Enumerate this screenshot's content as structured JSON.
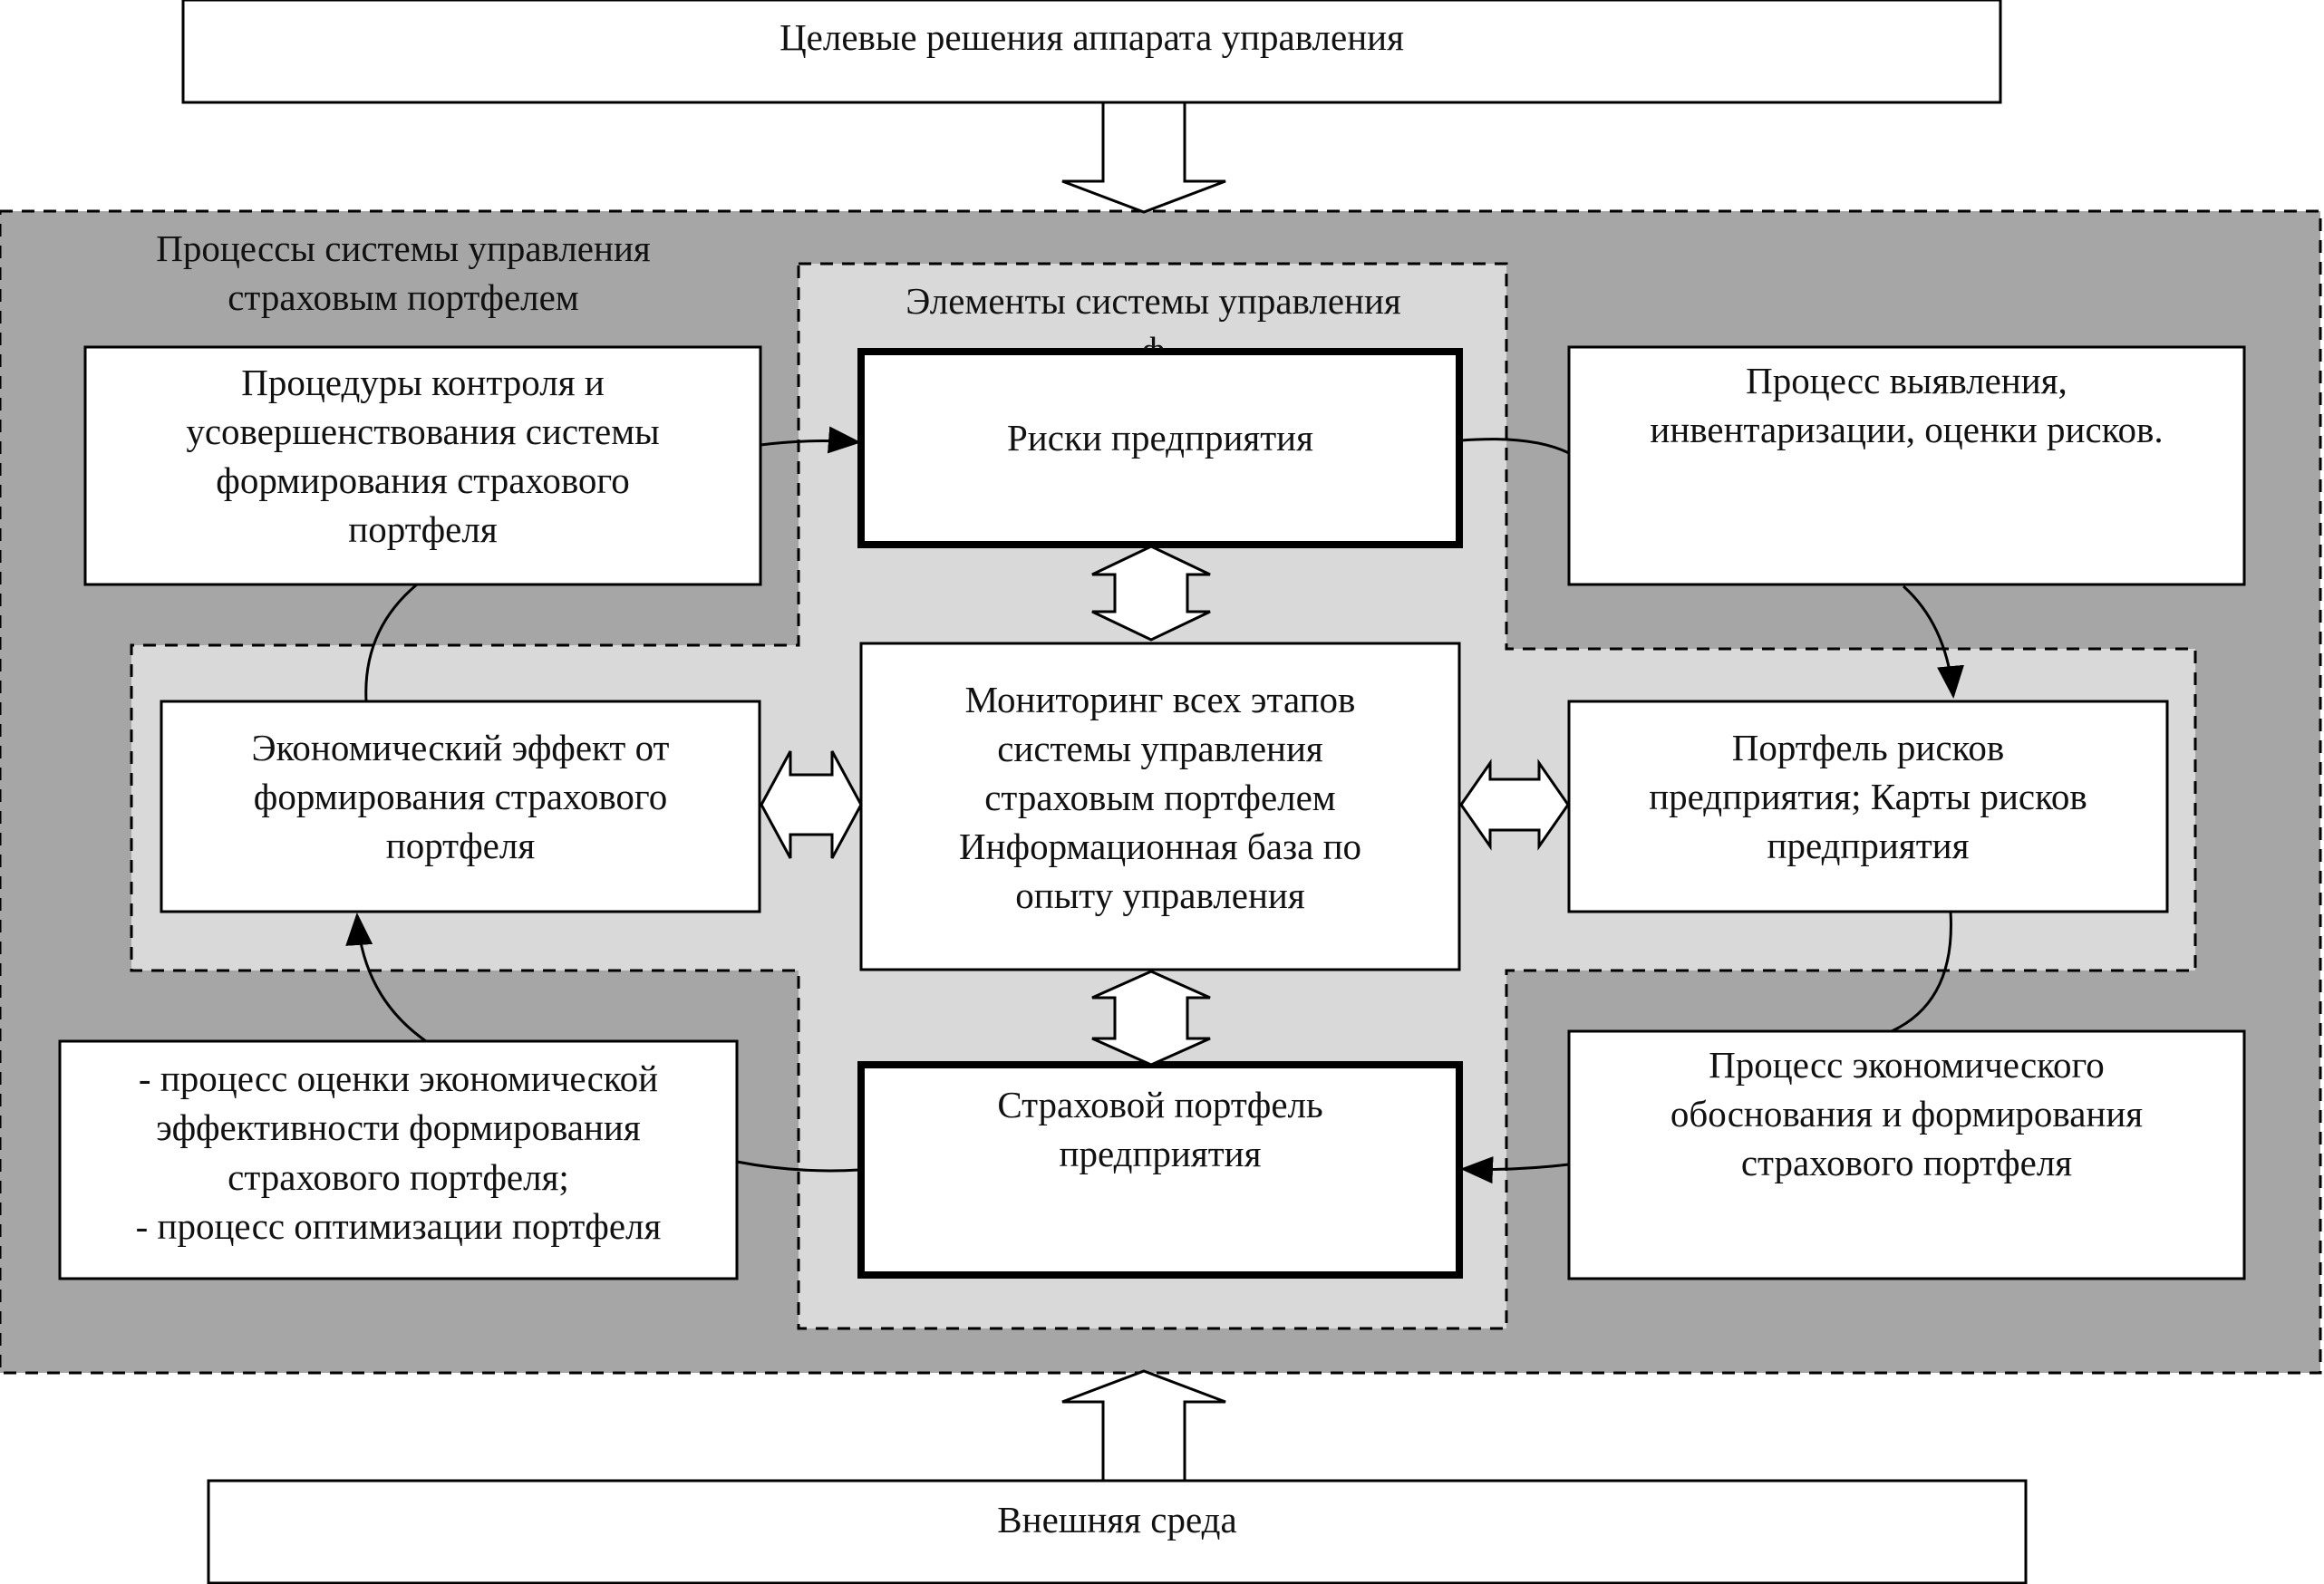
{
  "colors": {
    "outer_region": "#a6a6a6",
    "inner_region": "#d9d9d9",
    "box_fill": "#ffffff",
    "stroke": "#000000"
  },
  "top_box": {
    "text": "Целевые решения аппарата управления"
  },
  "bottom_box": {
    "text": "Внешняя среда"
  },
  "regions": {
    "processes_title": "Процессы системы управления\nстраховым портфелем",
    "elements_title": "Элементы системы управления\nф"
  },
  "boxes": {
    "control_procedures": "Процедуры контроля и\nусовершенствования системы\nформирования страхового\nпортфеля",
    "enterprise_risks": "Риски предприятия",
    "risk_identification": "Процесс выявления,\nинвентаризации, оценки рисков.",
    "economic_effect": "Экономический эффект от\nформирования страхового\nпортфеля",
    "monitoring": "Мониторинг всех этапов\nсистемы управления\nстраховым портфелем\nИнформационная база по\nопыту управления",
    "risk_portfolio": "Портфель рисков\nпредприятия; Карты рисков\nпредприятия",
    "efficiency_evaluation": "- процесс оценки экономической\nэффективности формирования\nстрахового портфеля;\n- процесс оптимизации портфеля",
    "insurance_portfolio": "Страховой портфель\nпредприятия",
    "economic_justification": "Процесс экономического\nобоснования и формирования\nстрахового портфеля"
  }
}
